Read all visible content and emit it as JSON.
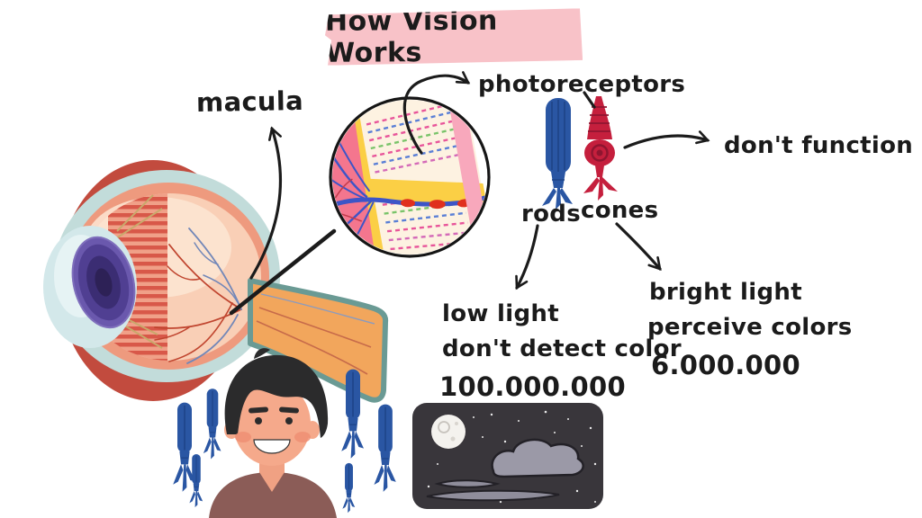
{
  "title": "How Vision Works",
  "labels": {
    "macula": "macula",
    "photoreceptors": "photoreceptors",
    "rods": "rods",
    "cones": "cones",
    "dont_function": "don't function"
  },
  "rod_facts": {
    "line1": "low light",
    "line2": "don't detect color",
    "count": "100.000.000"
  },
  "cone_facts": {
    "line1": "bright light",
    "line2": "perceive colors",
    "count": "6.000.000"
  },
  "colors": {
    "highlight_pink": "#f8c2c8",
    "ink": "#1b1b1b",
    "rod_blue": "#2a56a3",
    "cone_red": "#c51f3d",
    "night_bg": "#39363b",
    "eye_sclera_red": "#c24b3e",
    "eye_outer_teal": "#c2dcda",
    "eye_salmon": "#ee9a7e",
    "optic_nerve_orange": "#f2a65c",
    "retina_pink": "#f4768e",
    "retina_yellow": "#fbcf45",
    "skin": "#f5a98b",
    "shirt_brown": "#8b5c57"
  },
  "icons": {
    "eye": "eye-cross-section-illustration",
    "inset": "retina-magnified-inset",
    "rod": "rod-cell-illustration",
    "cone": "cone-cell-illustration",
    "person": "smiling-man-illustration",
    "night": "night-sky-scene",
    "mini_rods": "scattered-rod-cells",
    "arrows": "hand-drawn-arrows"
  }
}
